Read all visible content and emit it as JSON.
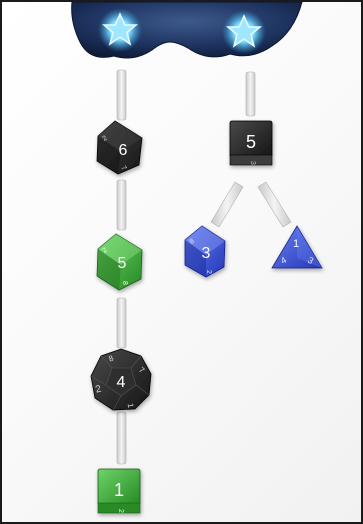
{
  "colors": {
    "black_die": "#2a2a2a",
    "green_die": "#3fae3a",
    "blue_die": "#3a52d6",
    "root_pad": "#1c2f55",
    "star": "#5fd0ff",
    "connector": "#dcdcdc"
  },
  "roots": [
    {
      "name": "root-star-left",
      "icon": "star-icon"
    },
    {
      "name": "root-star-right",
      "icon": "star-icon"
    }
  ],
  "dice": {
    "d8_black": {
      "value": "6",
      "side_marks": [
        "2",
        "7"
      ],
      "color": "#2a2a2a",
      "shape": "octahedron"
    },
    "d8_green": {
      "value": "5",
      "side_marks": [
        "2",
        "8"
      ],
      "color": "#3fae3a",
      "shape": "octahedron"
    },
    "d12_black": {
      "value": "4",
      "side_marks": [
        "2",
        "8",
        "7",
        "1"
      ],
      "color": "#2a2a2a",
      "shape": "dodecahedron"
    },
    "d6_green": {
      "value": "1",
      "side_marks": [
        "2"
      ],
      "color": "#3fae3a",
      "shape": "cube"
    },
    "d6_black": {
      "value": "5",
      "side_marks": [
        "3"
      ],
      "color": "#2a2a2a",
      "shape": "cube"
    },
    "d8_blue": {
      "value": "3",
      "side_marks": [
        "8",
        "2"
      ],
      "color": "#3a52d6",
      "shape": "octahedron"
    },
    "d4_blue": {
      "value": "1",
      "side_marks": [
        "4",
        "3"
      ],
      "color": "#3a52d6",
      "shape": "tetrahedron"
    }
  }
}
